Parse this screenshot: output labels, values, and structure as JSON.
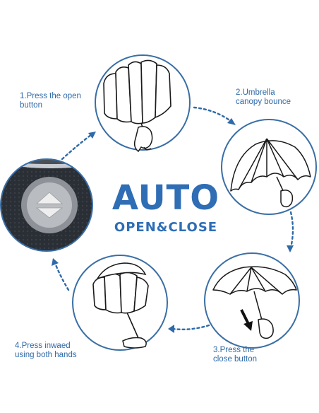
{
  "title": {
    "main": "AUTO",
    "sub": "OPEN&CLOSE"
  },
  "steps": [
    {
      "label": "1.Press the open\nbutton"
    },
    {
      "label": "2.Umbrella\ncanopy bounce"
    },
    {
      "label": "3.Press the\nclose button"
    },
    {
      "label": "4.Press inwaed\nusing both hands"
    }
  ],
  "colors": {
    "accent": "#2f6db5",
    "circle_border": "#3a6ea5",
    "text": "#2f6aa8"
  },
  "icons": [
    "closed-umbrella-icon",
    "open-umbrella-icon",
    "press-arrow-icon",
    "button-arrows-icon"
  ]
}
